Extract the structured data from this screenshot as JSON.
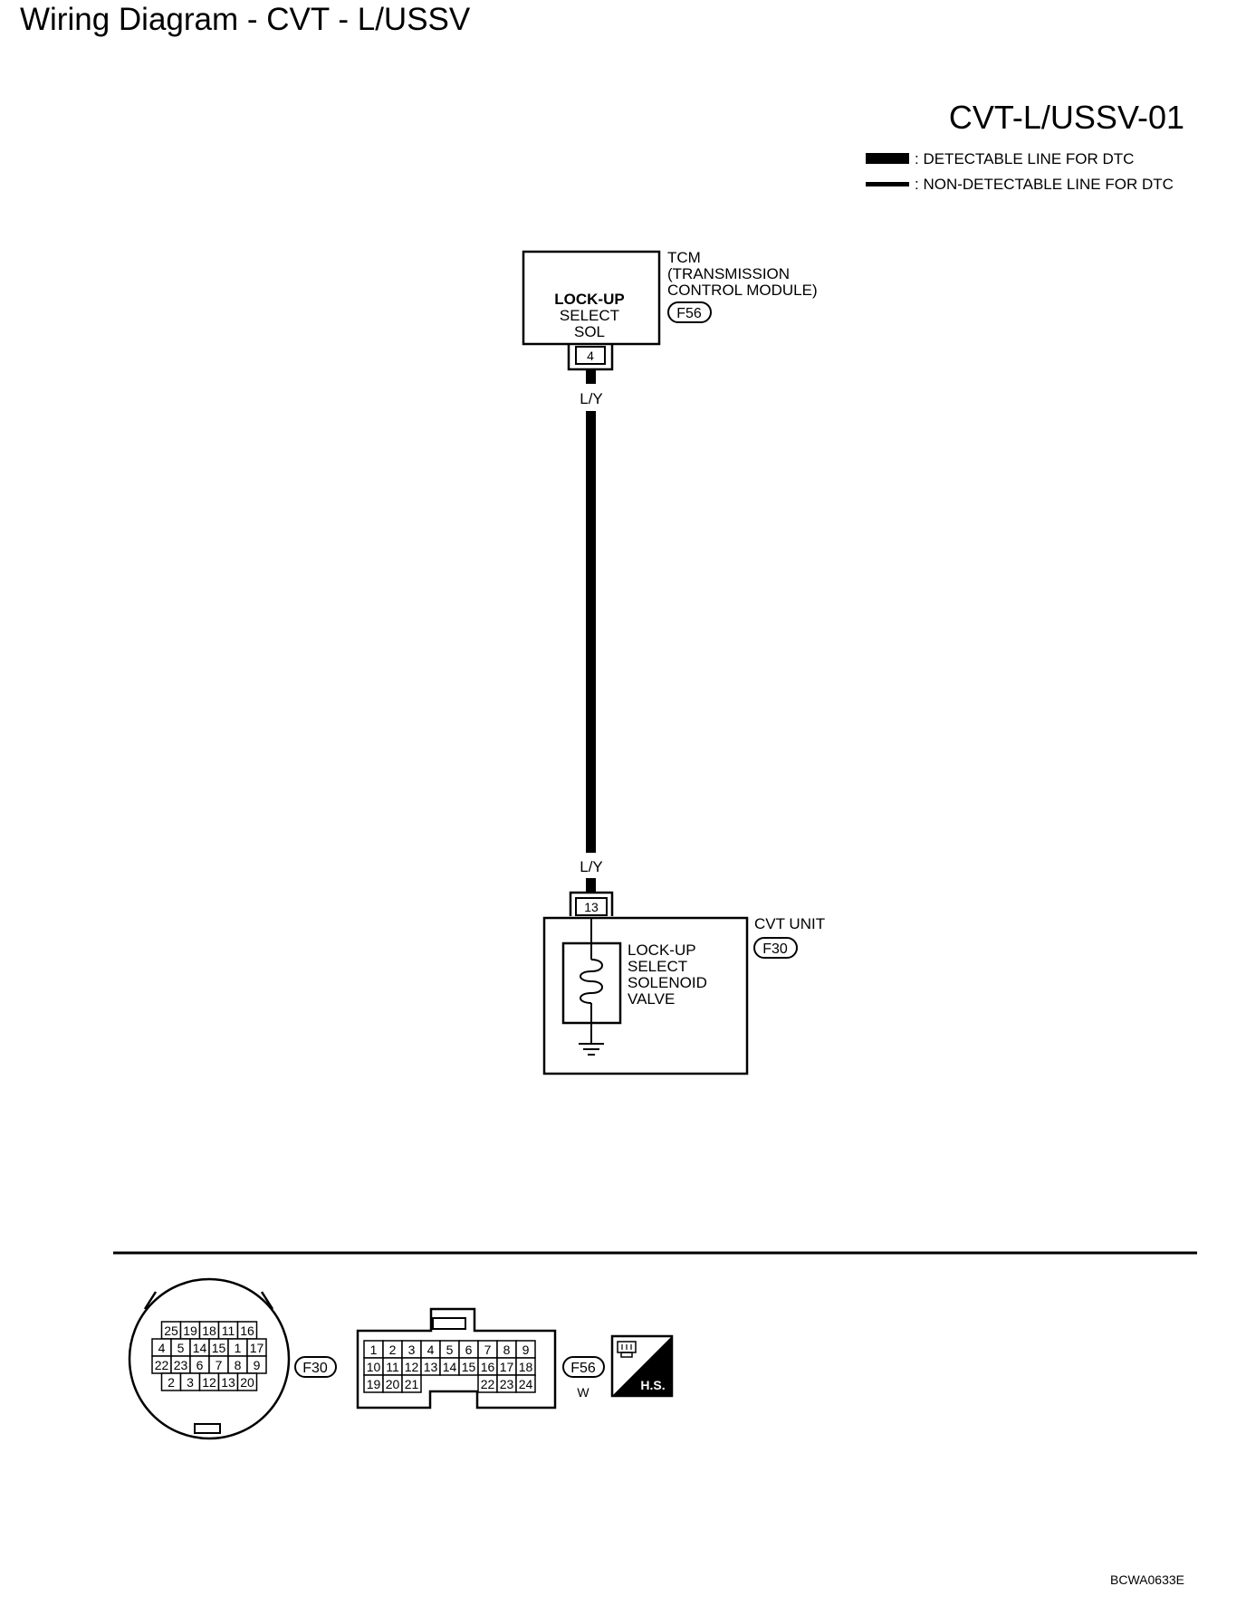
{
  "page": {
    "title": "Wiring Diagram - CVT - L/USSV",
    "diagram_code": "CVT-L/USSV-01",
    "figure_code": "BCWA0633E"
  },
  "legend": {
    "detectable": ": DETECTABLE LINE FOR DTC",
    "non_detectable": ": NON-DETECTABLE LINE FOR DTC"
  },
  "tcm": {
    "name_lines": [
      "TCM",
      "(TRANSMISSION",
      "CONTROL MODULE)"
    ],
    "connector": "F56",
    "box_lines": [
      "LOCK-UP",
      "SELECT",
      "SOL"
    ],
    "terminal": "4"
  },
  "wire": {
    "color_top": "L/Y",
    "color_bottom": "L/Y",
    "detectable": true
  },
  "cvt_unit": {
    "name": "CVT UNIT",
    "connector": "F30",
    "terminal": "13",
    "box_lines": [
      "LOCK-UP",
      "SELECT",
      "SOLENOID",
      "VALVE"
    ]
  },
  "connectors": {
    "f30": {
      "label": "F30",
      "rows": [
        [
          "25",
          "19",
          "18",
          "11",
          "16"
        ],
        [
          "4",
          "5",
          "14",
          "15",
          "1",
          "17"
        ],
        [
          "22",
          "23",
          "6",
          "7",
          "8",
          "9"
        ],
        [
          "2",
          "3",
          "12",
          "13",
          "20"
        ]
      ]
    },
    "f56": {
      "label": "F56",
      "color": "W",
      "rows": [
        [
          "1",
          "2",
          "3",
          "4",
          "5",
          "6",
          "7",
          "8",
          "9"
        ],
        [
          "10",
          "11",
          "12",
          "13",
          "14",
          "15",
          "16",
          "17",
          "18"
        ],
        [
          "19",
          "20",
          "21",
          "",
          "",
          "",
          "22",
          "23",
          "24"
        ]
      ]
    },
    "hs_badge": "H.S."
  }
}
